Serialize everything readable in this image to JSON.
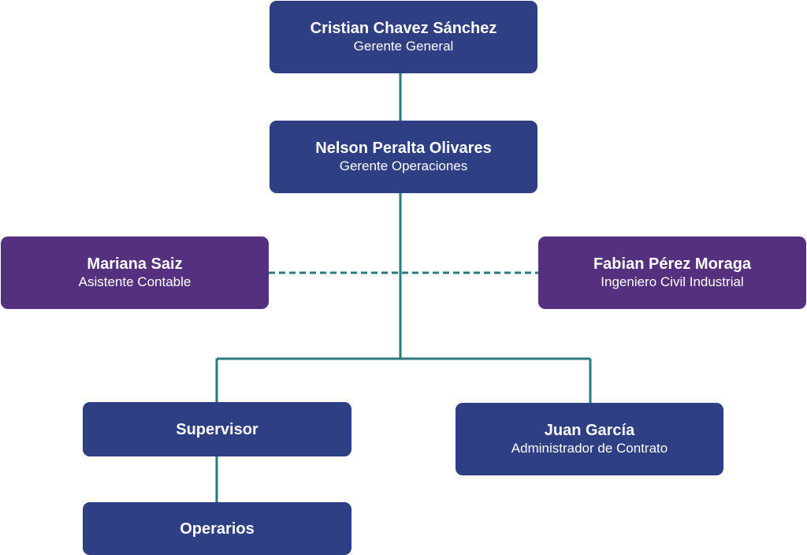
{
  "colors": {
    "line_node": "#2f3f84",
    "staff_node": "#55307f",
    "connector": "#2a7b80"
  },
  "org": {
    "ceo": {
      "name": "Cristian Chavez Sánchez",
      "role": "Gerente General"
    },
    "operations_manager": {
      "name": "Nelson Peralta Olivares",
      "role": "Gerente Operaciones"
    },
    "accounting_assistant": {
      "name": "Mariana Saiz",
      "role": "Asistente Contable"
    },
    "engineer": {
      "name": "Fabian Pérez Moraga",
      "role": "Ingeniero Civil Industrial"
    },
    "supervisor": {
      "name": "Supervisor"
    },
    "contract_admin": {
      "name": "Juan García",
      "role": "Administrador de Contrato"
    },
    "operators": {
      "name": "Operarios"
    }
  }
}
